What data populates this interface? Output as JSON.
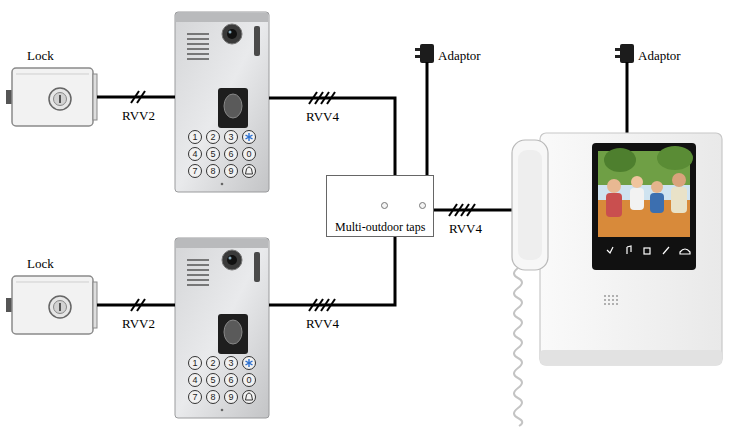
{
  "diagram": {
    "nodes": [
      {
        "text": [
          "Lock"
        ]
      },
      {
        "text": [
          "1",
          "2",
          "3",
          "4",
          "5",
          "6",
          "7",
          "8",
          "9",
          "0"
        ]
      },
      {
        "text": [
          "Adaptor"
        ]
      },
      {
        "text": [
          "Adaptor"
        ]
      },
      {
        "text": [
          "Multi-outdoor taps"
        ]
      },
      {
        "text": [
          "Lock"
        ]
      },
      {
        "text": [
          "1",
          "2",
          "3",
          "4",
          "5",
          "6",
          "7",
          "8",
          "9",
          "0"
        ]
      }
    ],
    "edges": [
      {
        "from": 0,
        "to": 1,
        "arrow": "none",
        "label": "RVV2"
      },
      {
        "from": 1,
        "to": 4,
        "arrow": "none",
        "label": "RVV4"
      },
      {
        "from": 2,
        "to": 4,
        "arrow": "none"
      },
      {
        "from": 5,
        "to": 6,
        "arrow": "none",
        "label": "RVV2"
      },
      {
        "from": 6,
        "to": 4,
        "arrow": "none",
        "label": "RVV4"
      }
    ],
    "labels": [
      "RVV4"
    ]
  }
}
